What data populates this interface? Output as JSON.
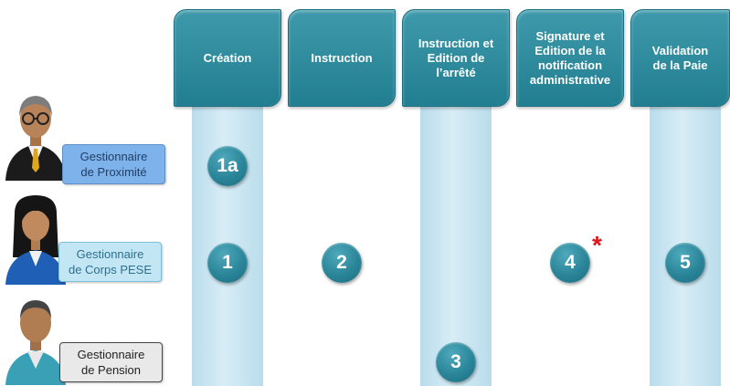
{
  "phases": [
    {
      "lines": [
        "Création"
      ]
    },
    {
      "lines": [
        "Instruction"
      ]
    },
    {
      "lines": [
        "Instruction et",
        "Edition de",
        "l’arrêté"
      ]
    },
    {
      "lines": [
        "Signature et",
        "Edition de la",
        "notification",
        "administrative"
      ]
    },
    {
      "lines": [
        "Validation",
        "de la Paie"
      ]
    }
  ],
  "actors": [
    {
      "lines": [
        "Gestionnaire",
        "de Proximité"
      ]
    },
    {
      "lines": [
        "Gestionnaire",
        "de Corps PESE"
      ]
    },
    {
      "lines": [
        "Gestionnaire",
        "de Pension"
      ]
    }
  ],
  "steps": [
    {
      "label": "1a",
      "phase": 0,
      "actor": 0
    },
    {
      "label": "1",
      "phase": 0,
      "actor": 1
    },
    {
      "label": "2",
      "phase": 1,
      "actor": 1
    },
    {
      "label": "4",
      "phase": 3,
      "actor": 1
    },
    {
      "label": "5",
      "phase": 4,
      "actor": 1
    },
    {
      "label": "3",
      "phase": 2,
      "actor": 2
    }
  ],
  "note_mark": "*"
}
